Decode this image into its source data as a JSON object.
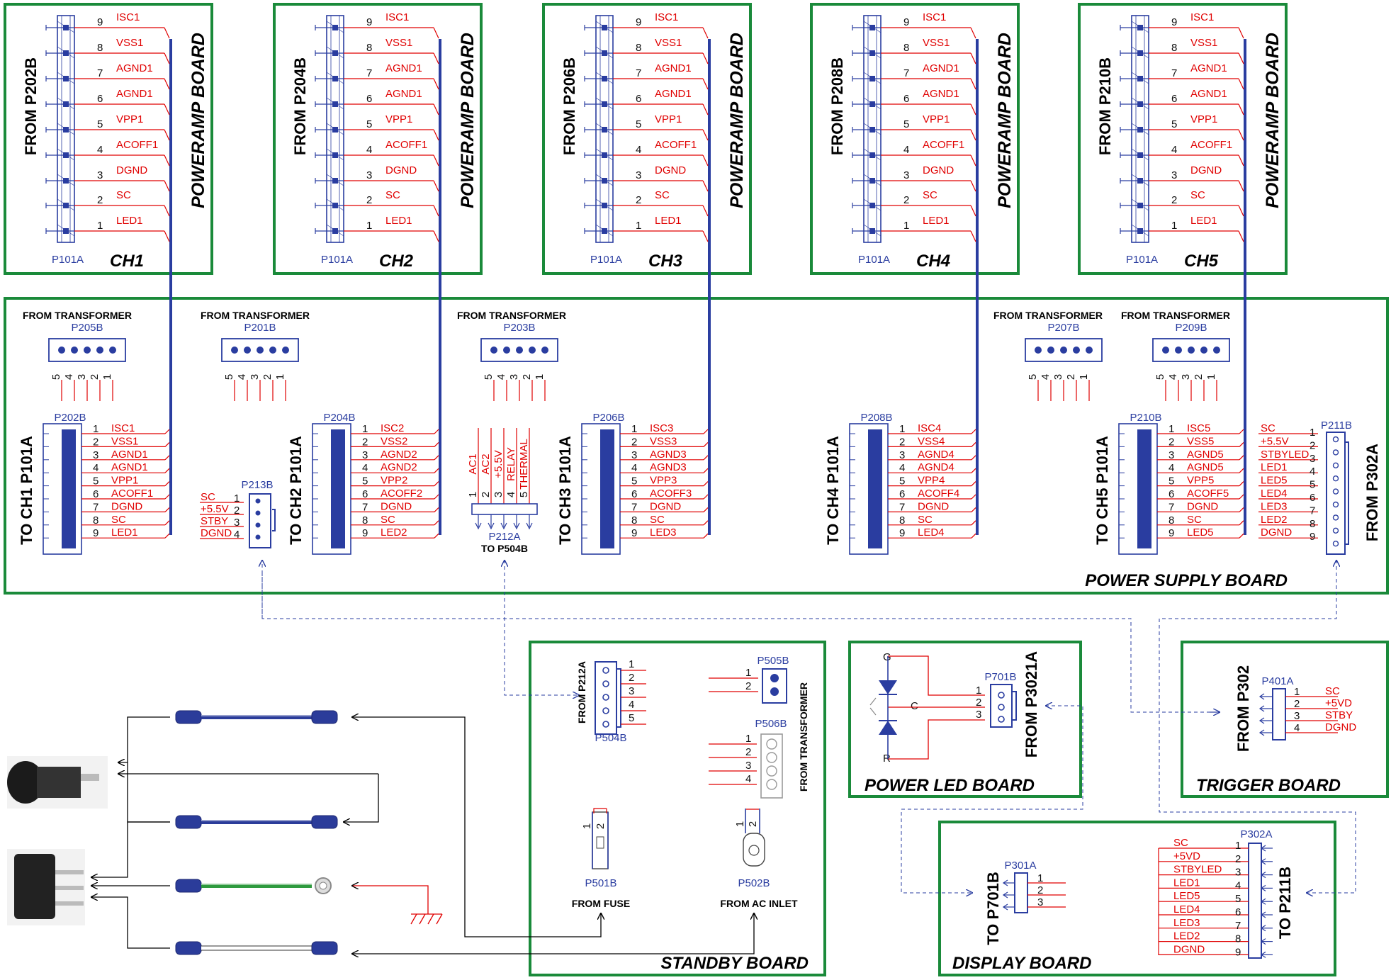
{
  "poweramp_label": "POWERAMP BOARD",
  "ch_connector": "P101A",
  "ch_pins": [
    "ISC1",
    "VSS1",
    "AGND1",
    "AGND1",
    "VPP1",
    "ACOFF1",
    "DGND",
    "SC",
    "LED1"
  ],
  "ch_boards": [
    {
      "from": "FROM P202B",
      "ch": "CH1"
    },
    {
      "from": "FROM P204B",
      "ch": "CH2"
    },
    {
      "from": "FROM P206B",
      "ch": "CH3"
    },
    {
      "from": "FROM P208B",
      "ch": "CH4"
    },
    {
      "from": "FROM P210B",
      "ch": "CH5"
    }
  ],
  "psu": {
    "title": "POWER SUPPLY BOARD",
    "transformers": [
      {
        "from": "FROM TRANSFORMER",
        "name": "P205B"
      },
      {
        "from": "FROM TRANSFORMER",
        "name": "P201B"
      },
      {
        "from": "FROM TRANSFORMER",
        "name": "P203B"
      },
      {
        "from": "FROM TRANSFORMER",
        "name": "P207B"
      },
      {
        "from": "FROM TRANSFORMER",
        "name": "P209B"
      }
    ],
    "transformer_pins": [
      "5",
      "4",
      "3",
      "2",
      "1"
    ],
    "channel_connectors": [
      {
        "name": "P202B",
        "to": "TO CH1 P101A",
        "signals": [
          "ISC1",
          "VSS1",
          "AGND1",
          "AGND1",
          "VPP1",
          "ACOFF1",
          "DGND",
          "SC",
          "LED1"
        ]
      },
      {
        "name": "P204B",
        "to": "TO CH2 P101A",
        "signals": [
          "ISC2",
          "VSS2",
          "AGND2",
          "AGND2",
          "VPP2",
          "ACOFF2",
          "DGND",
          "SC",
          "LED2"
        ]
      },
      {
        "name": "P206B",
        "to": "TO CH3 P101A",
        "signals": [
          "ISC3",
          "VSS3",
          "AGND3",
          "AGND3",
          "VPP3",
          "ACOFF3",
          "DGND",
          "SC",
          "LED3"
        ]
      },
      {
        "name": "P208B",
        "to": "TO CH4 P101A",
        "signals": [
          "ISC4",
          "VSS4",
          "AGND4",
          "AGND4",
          "VPP4",
          "ACOFF4",
          "DGND",
          "SC",
          "LED4"
        ]
      },
      {
        "name": "P210B",
        "to": "TO CH5 P101A",
        "signals": [
          "ISC5",
          "VSS5",
          "AGND5",
          "AGND5",
          "VPP5",
          "ACOFF5",
          "DGND",
          "SC",
          "LED5"
        ]
      }
    ],
    "p213b": {
      "name": "P213B",
      "signals": [
        "SC",
        "+5.5V",
        "STBY",
        "DGND"
      ]
    },
    "p212a": {
      "name": "P212A",
      "to": "TO P504B",
      "signals": [
        "AC1",
        "AC2",
        "+5.5V",
        "RELAY",
        "THERMAL"
      ]
    },
    "p211b": {
      "name": "P211B",
      "from": "FROM P302A",
      "signals": [
        "SC",
        "+5.5V",
        "STBYLED",
        "LED1",
        "LED5",
        "LED4",
        "LED3",
        "LED2",
        "DGND"
      ]
    }
  },
  "standby": {
    "title": "STANDBY BOARD",
    "p504b": {
      "name": "P504B",
      "from": "FROM P212A"
    },
    "p505b": {
      "name": "P505B"
    },
    "p506b": {
      "name": "P506B",
      "from": "FROM TRANSFORMER"
    },
    "p501b": {
      "name": "P501B",
      "from": "FROM FUSE"
    },
    "p502b": {
      "name": "P502B",
      "from": "FROM AC INLET"
    }
  },
  "power_led": {
    "title": "POWER LED BOARD",
    "name": "P701B",
    "from": "FROM P3021A",
    "labels": [
      "G",
      "C",
      "R"
    ]
  },
  "trigger": {
    "title": "TRIGGER BOARD",
    "name": "P401A",
    "from": "FROM P302",
    "signals": [
      "SC",
      "+5VD",
      "STBY",
      "DGND"
    ]
  },
  "display": {
    "title": "DISPLAY BOARD",
    "p301a": "P301A",
    "to_p701b": "TO P701B",
    "p302a": "P302A",
    "to_p211b": "TO P211B",
    "signals": [
      "SC",
      "+5VD",
      "STBYLED",
      "LED1",
      "LED5",
      "LED4",
      "LED3",
      "LED2",
      "DGND"
    ]
  },
  "colors": {
    "board_frame": "#1a8a3a",
    "wire": "#2a3da0",
    "signal": "#e00000",
    "ground_wire": "#2e9a3e"
  }
}
